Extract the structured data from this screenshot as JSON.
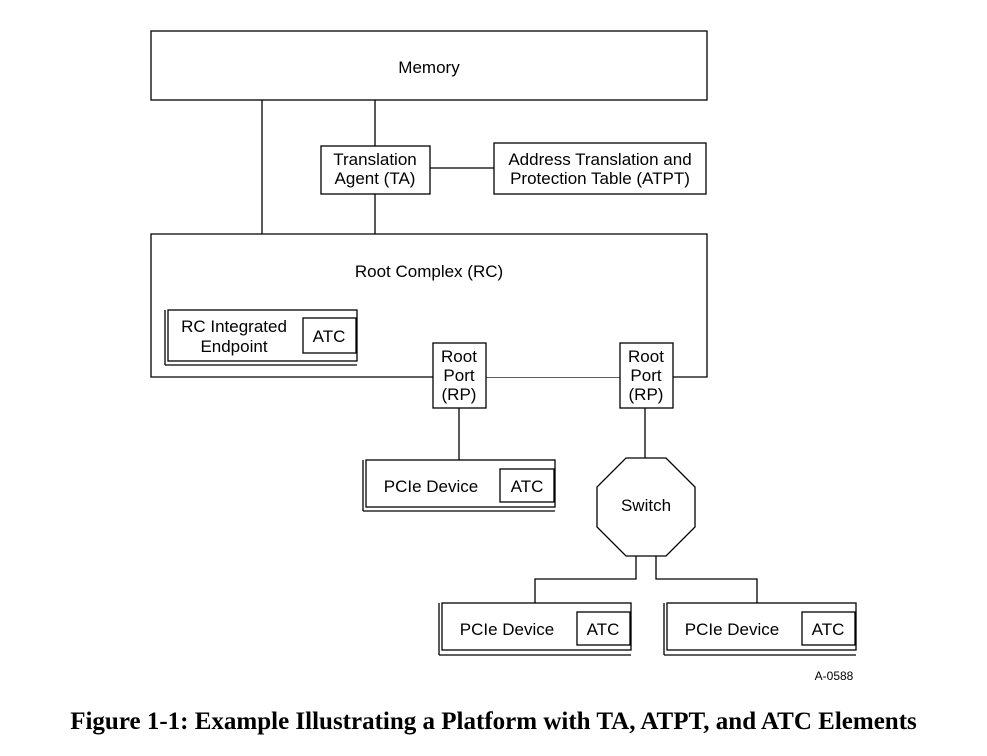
{
  "memory": {
    "label": "Memory"
  },
  "ta": {
    "line1": "Translation",
    "line2": "Agent (TA)"
  },
  "atpt": {
    "line1": "Address Translation and",
    "line2": "Protection Table (ATPT)"
  },
  "rc": {
    "label": "Root Complex (RC)"
  },
  "rcie": {
    "line1": "RC Integrated",
    "line2": "Endpoint",
    "atc": "ATC"
  },
  "rp": {
    "line1": "Root",
    "line2": "Port",
    "line3": "(RP)"
  },
  "switch": {
    "label": "Switch"
  },
  "pcie_device": {
    "label": "PCIe Device",
    "atc": "ATC"
  },
  "figure_id": "A-0588",
  "caption": "Figure 1-1:  Example Illustrating a Platform with TA, ATPT, and ATC Elements"
}
